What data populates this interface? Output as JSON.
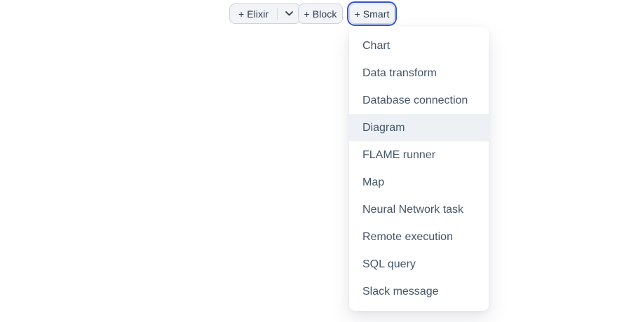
{
  "toolbar": {
    "elixir_button": {
      "label": "+ Elixir"
    },
    "block_button": {
      "label": "+ Block"
    },
    "smart_button": {
      "label": "+ Smart",
      "focused": true
    }
  },
  "smart_menu": {
    "items": [
      {
        "label": "Chart",
        "highlighted": false
      },
      {
        "label": "Data transform",
        "highlighted": false
      },
      {
        "label": "Database connection",
        "highlighted": false
      },
      {
        "label": "Diagram",
        "highlighted": true
      },
      {
        "label": "FLAME runner",
        "highlighted": false
      },
      {
        "label": "Map",
        "highlighted": false
      },
      {
        "label": "Neural Network task",
        "highlighted": false
      },
      {
        "label": "Remote execution",
        "highlighted": false
      },
      {
        "label": "SQL query",
        "highlighted": false
      },
      {
        "label": "Slack message",
        "highlighted": false
      }
    ]
  },
  "icons": {
    "elixir_dropdown": "chevron-down"
  },
  "colors": {
    "focus_ring": "#3553cd",
    "button_background": "#f2f4f7",
    "button_border": "#ccd3dc",
    "button_text": "#2d3c51",
    "menu_background": "#ffffff",
    "menu_item_text": "#445668",
    "menu_item_highlight": "#edf1f6",
    "page_background": "#ffffff"
  }
}
